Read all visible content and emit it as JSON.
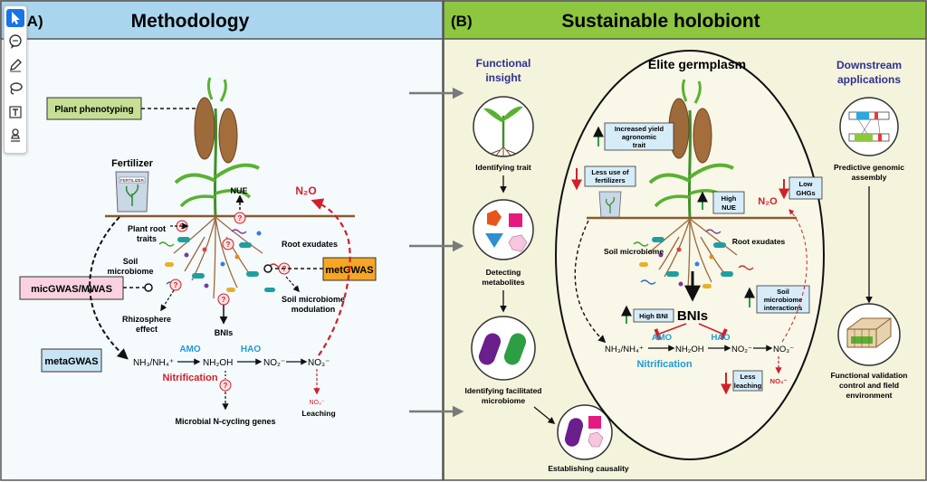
{
  "panels": {
    "left": {
      "label": "(A)",
      "title": "Methodology"
    },
    "right": {
      "label": "(B)",
      "title": "Sustainable holobiont"
    }
  },
  "left": {
    "plant_phenotyping": "Plant phenotyping",
    "fertilizer": "Fertilizer",
    "fertilizer_bag": "FERTILIZER",
    "nue": "NUE",
    "n2o": "N₂O",
    "plant_root_traits": [
      "Plant root",
      "traits"
    ],
    "root_exudates": "Root exudates",
    "soil_microbiome": [
      "Soil",
      "microbiome"
    ],
    "micgwas": "micGWAS/MWAS",
    "metgwas": "metGWAS",
    "soil_microbiome_modulation": [
      "Soil microbiome",
      "modulation"
    ],
    "rhizosphere_effect": [
      "Rhizosphere",
      "effect"
    ],
    "bnis": "BNIs",
    "metagwas": "metaGWAS",
    "amo": "AMO",
    "hao": "HAO",
    "nh3": "NH₃/NH₄⁺",
    "nh2oh": "NH₂OH",
    "no2": "NO₂⁻",
    "no3": "NO₃⁻",
    "nitrification": "Nitrification",
    "no3_leach": "NO₃⁻",
    "leaching": "Leaching",
    "microbial_genes": "Microbial N-cycling genes",
    "q": "?"
  },
  "right": {
    "functional_insight": [
      "Functional",
      "insight"
    ],
    "identifying_trait": "Identifying trait",
    "detecting_metabolites": [
      "Detecting",
      "metabolites"
    ],
    "identifying_microbiome": [
      "Identifying facilitated",
      "microbiome"
    ],
    "establishing_causality": "Establishing causality",
    "elite_germplasm": "Elite germplasm",
    "increased_yield": [
      "Increased yield",
      "agronomic",
      "trait"
    ],
    "less_fertilizers": [
      "Less use of",
      "fertilizers"
    ],
    "high_nue": [
      "High",
      "NUE"
    ],
    "low_ghgs": [
      "Low",
      "GHGs"
    ],
    "n2o": "N₂O",
    "soil_microbiome": "Soil microbiome",
    "root_exudates": "Root exudates",
    "soil_microbiome_interactions": [
      "Soil",
      "microbiome",
      "interactions"
    ],
    "high_bni": "High BNI",
    "bnis": "BNIs",
    "amo": "AMO",
    "hao": "HAO",
    "nh3": "NH₃/NH₄⁺",
    "nh2oh": "NH₂OH",
    "no2": "NO₂⁻",
    "no3": "NO₃⁻",
    "nitrification": "Nitrification",
    "no3_leach": "NO₃⁻",
    "less_leaching": [
      "Less",
      "leaching"
    ],
    "downstream": [
      "Downstream",
      "applications"
    ],
    "predictive": [
      "Predictive genomic",
      "assembly"
    ],
    "functional_validation": [
      "Functional validation",
      "control and field",
      "environment"
    ]
  },
  "colors": {
    "left_header": "#a9d6ee",
    "right_header": "#8dc63f",
    "left_bg": "#f5fafd",
    "right_bg": "#f4f3dc",
    "phenotyping_box": "#c6df94",
    "micgwas_box": "#f8d2df",
    "metgwas_box": "#f5a623",
    "metagwas_box": "#c7e3f4",
    "red": "#d0202b",
    "blue": "#1d9bd7",
    "navy": "#2e3192",
    "green_arrow": "#2e9e44",
    "ground": "#8a5a2b"
  },
  "toolbar": {
    "items": [
      "pointer-icon",
      "comment-icon",
      "pen-icon",
      "lasso-icon",
      "text-box-icon",
      "stamp-icon"
    ],
    "active": "pointer-icon"
  }
}
